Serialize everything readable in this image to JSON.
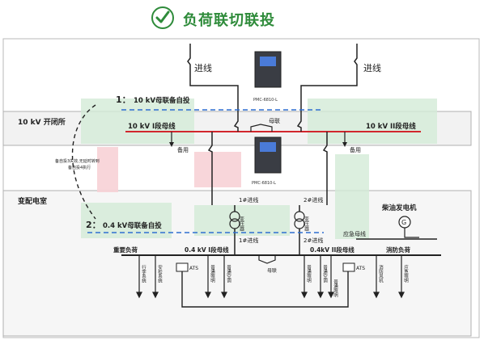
{
  "header": {
    "title": "负荷联切联投",
    "icon": "check-circle-icon",
    "accent": "#2e8b3a"
  },
  "zones": {
    "kaibi": "10 kV 开闭所",
    "biandian": "变配电室"
  },
  "incoming": {
    "left": "进线",
    "right": "进线"
  },
  "relays": {
    "top": "PMC-6810-L",
    "middle": "PMC-6810-L"
  },
  "auto_transfer": {
    "hv": {
      "num": "1：",
      "label": "10 kV母联备自投"
    },
    "lv": {
      "num": "2：",
      "label": "0.4 kV母联备自投"
    }
  },
  "note": {
    "line1": "备自投3失效,无延时转到",
    "line2": "备自投4执行"
  },
  "buses": {
    "hv1": "10 kV I段母线",
    "hv2": "10 kV II段母线",
    "tie_hv": "母联",
    "lv1": "0.4 kV I段母线",
    "lv2": "0.4kV II段母线",
    "tie_lv": "母联",
    "emergency": "应急母线"
  },
  "spares": {
    "left": "备用",
    "right": "备用"
  },
  "transformers": {
    "t1": {
      "in": "1#进线",
      "name": "变压器",
      "out": "1#进线"
    },
    "t2": {
      "in": "2#进线",
      "name": "变压器",
      "out": "2#进线"
    }
  },
  "generator": {
    "label": "柴油发电机",
    "symbol": "G"
  },
  "ats": {
    "left": "ATS",
    "right": "ATS"
  },
  "loads": {
    "important": "重要负荷",
    "fire": "消防负荷",
    "f1": "行李系统",
    "f2": "安检系统",
    "f3": "普通照明",
    "f4": "普通空调",
    "f5": "普通照明",
    "f6": "普通空调",
    "f7": "普通照明",
    "f8": "消防风机",
    "f9": "应急照明"
  }
}
